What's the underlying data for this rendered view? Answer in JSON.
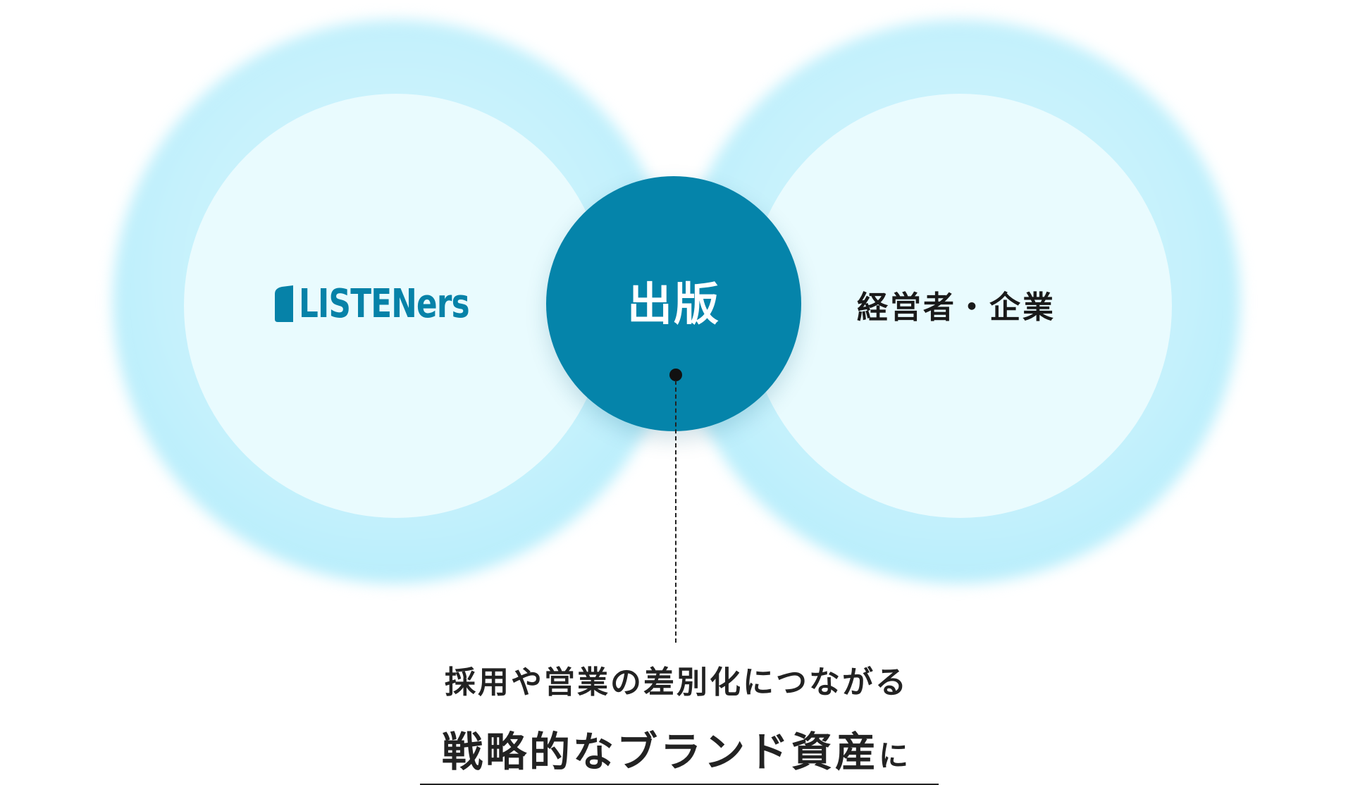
{
  "left": {
    "logo_text": "LISTENers"
  },
  "center": {
    "label": "出版"
  },
  "right": {
    "label": "経営者・企業"
  },
  "caption": {
    "line1": "採用や営業の差別化につながる",
    "line2_main": "戦略的なブランド資産",
    "line2_suffix": "に"
  },
  "colors": {
    "accent": "#0584aa",
    "glow": "#a9eafb",
    "inner": "#e9fbfe",
    "text": "#222222"
  }
}
